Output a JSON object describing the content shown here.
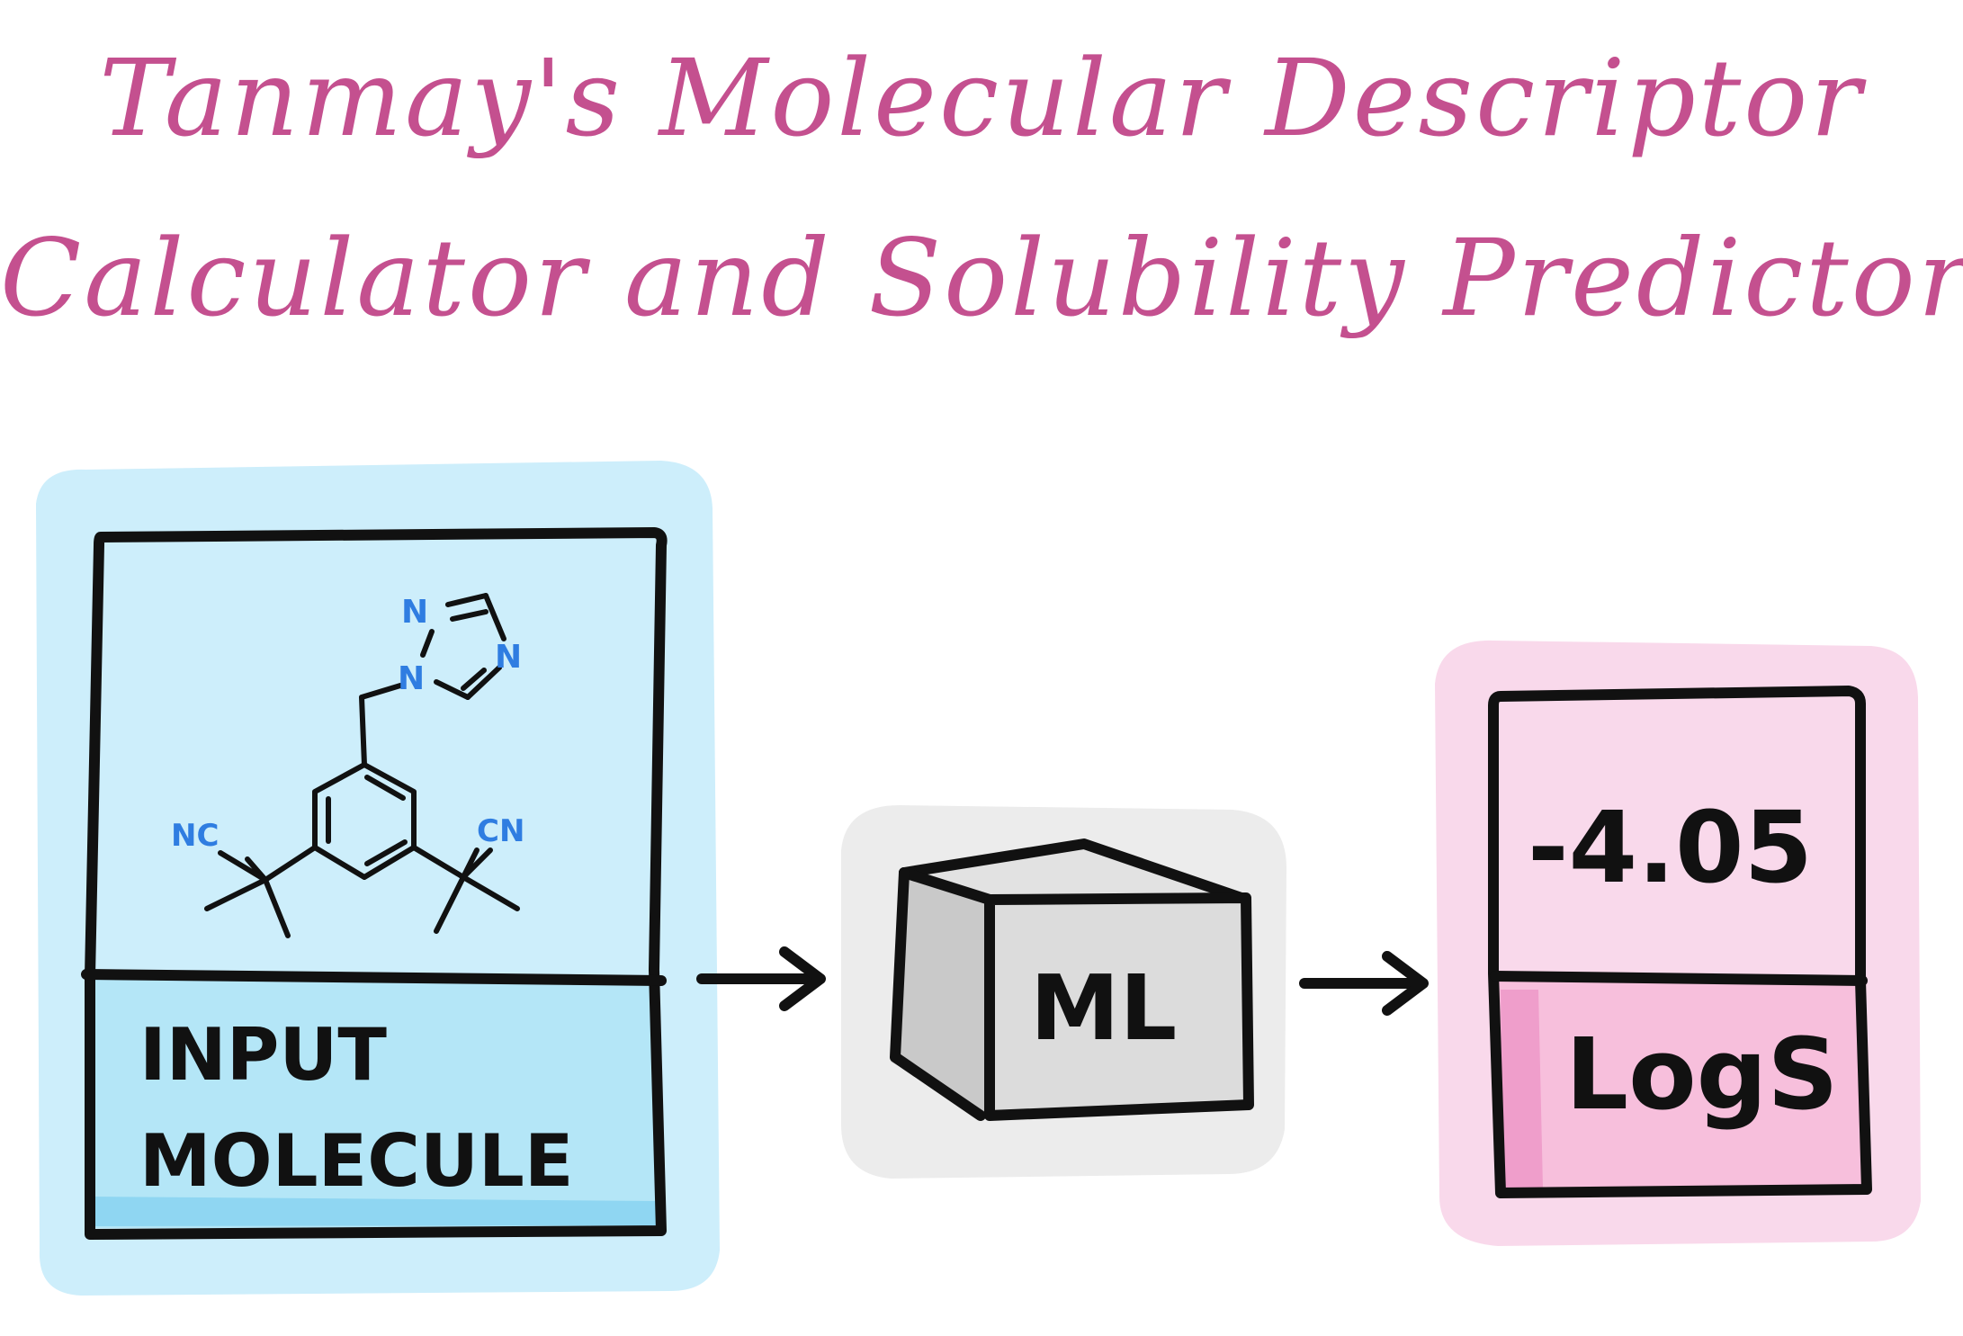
{
  "title": {
    "line1": "Tanmay's Molecular Descriptor",
    "line2": "Calculator and Solubility Predictor"
  },
  "input_card": {
    "label_line1": "INPUT",
    "label_line2": "MOLECULE",
    "molecule_atoms": {
      "n1": "N",
      "n2": "N",
      "n3": "N",
      "nc_left": "NC",
      "cn_right": "CN"
    }
  },
  "model_box": {
    "label": "ML"
  },
  "output_card": {
    "value": "-4.05",
    "label": "LogS"
  },
  "colors": {
    "title": "#c4508f",
    "input_glow": "#cdeefb",
    "input_label_bg": "#b4e6f7",
    "model_glow": "#ececec",
    "model_face": "#dcdcdc",
    "output_glow": "#f9d9eb",
    "output_label_bg": "#f7bfdc",
    "atom_blue": "#2f7de1",
    "ink": "#111111"
  }
}
